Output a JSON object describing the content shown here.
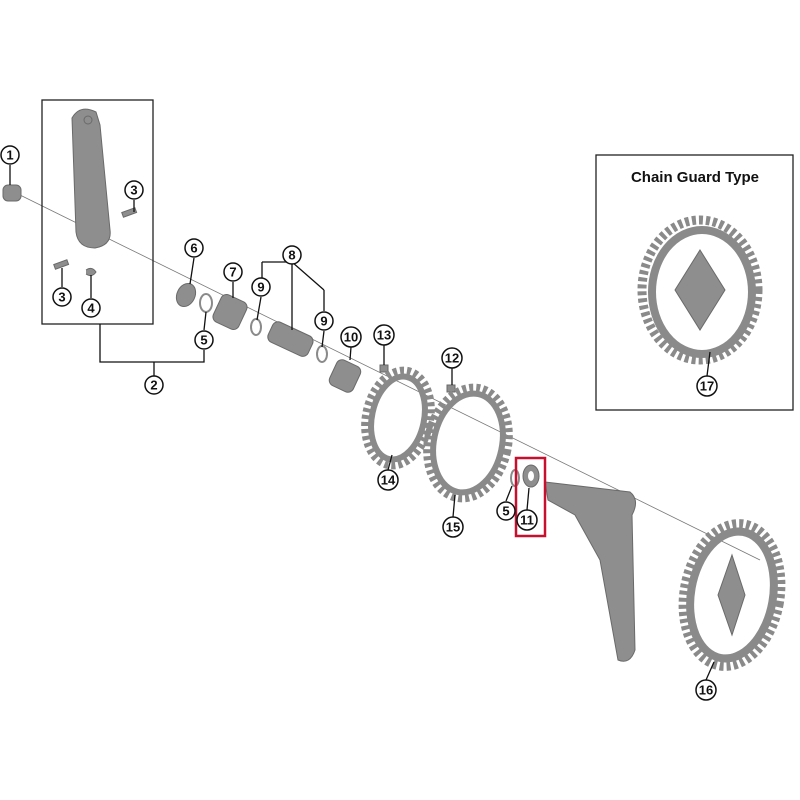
{
  "diagram": {
    "inset_title": "Chain Guard Type",
    "highlight_color": "#c8102e",
    "highlighted_part": "11",
    "callouts": [
      "1",
      "3",
      "3",
      "4",
      "6",
      "7",
      "8",
      "9",
      "9",
      "10",
      "13",
      "12",
      "5",
      "2",
      "14",
      "15",
      "5",
      "11",
      "16",
      "17"
    ]
  }
}
